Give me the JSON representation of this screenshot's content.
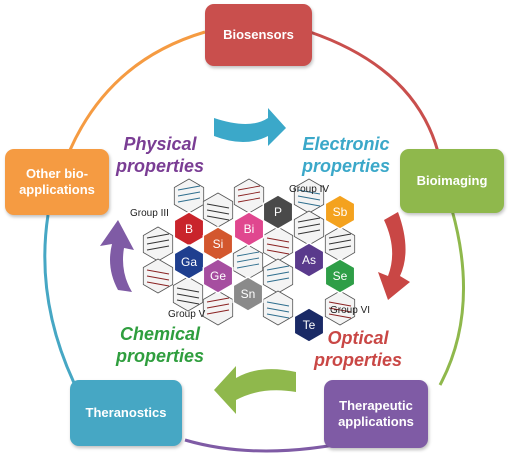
{
  "boxes": {
    "biosensors": {
      "label": "Biosensors",
      "color": "#c94f4d"
    },
    "bioimaging": {
      "label": "Bioimaging",
      "color": "#8fb84c"
    },
    "therapeutic": {
      "label": "Therapeutic applications",
      "color": "#7f5ba5"
    },
    "theranostics": {
      "label": "Theranostics",
      "color": "#46a7c4"
    },
    "other": {
      "label": "Other bio-applications",
      "color": "#f59b42"
    }
  },
  "properties": {
    "physical": {
      "label": "Physical properties",
      "color": "#7a3d94"
    },
    "electronic": {
      "label": "Electronic properties",
      "color": "#3ba8c9"
    },
    "optical": {
      "label": "Optical properties",
      "color": "#c94745"
    },
    "chemical": {
      "label": "Chemical properties",
      "color": "#2f9e3e"
    }
  },
  "groups": {
    "group3": "Group III",
    "group4": "Group IV",
    "group5": "Group V",
    "group6": "Group VI"
  },
  "elements": [
    {
      "symbol": "B",
      "color": "#c9242b"
    },
    {
      "symbol": "Si",
      "color": "#d3572e"
    },
    {
      "symbol": "Bi",
      "color": "#e0478f"
    },
    {
      "symbol": "P",
      "color": "#4a4a4a"
    },
    {
      "symbol": "Sb",
      "color": "#f4a21e"
    },
    {
      "symbol": "Ga",
      "color": "#1f3f8f"
    },
    {
      "symbol": "Ge",
      "color": "#a64ea0"
    },
    {
      "symbol": "As",
      "color": "#5a3a8c"
    },
    {
      "symbol": "Se",
      "color": "#2e9e47"
    },
    {
      "symbol": "Sn",
      "color": "#8a8a8a"
    },
    {
      "symbol": "Te",
      "color": "#1a2a66"
    }
  ],
  "ring_color": "#c94f4d"
}
